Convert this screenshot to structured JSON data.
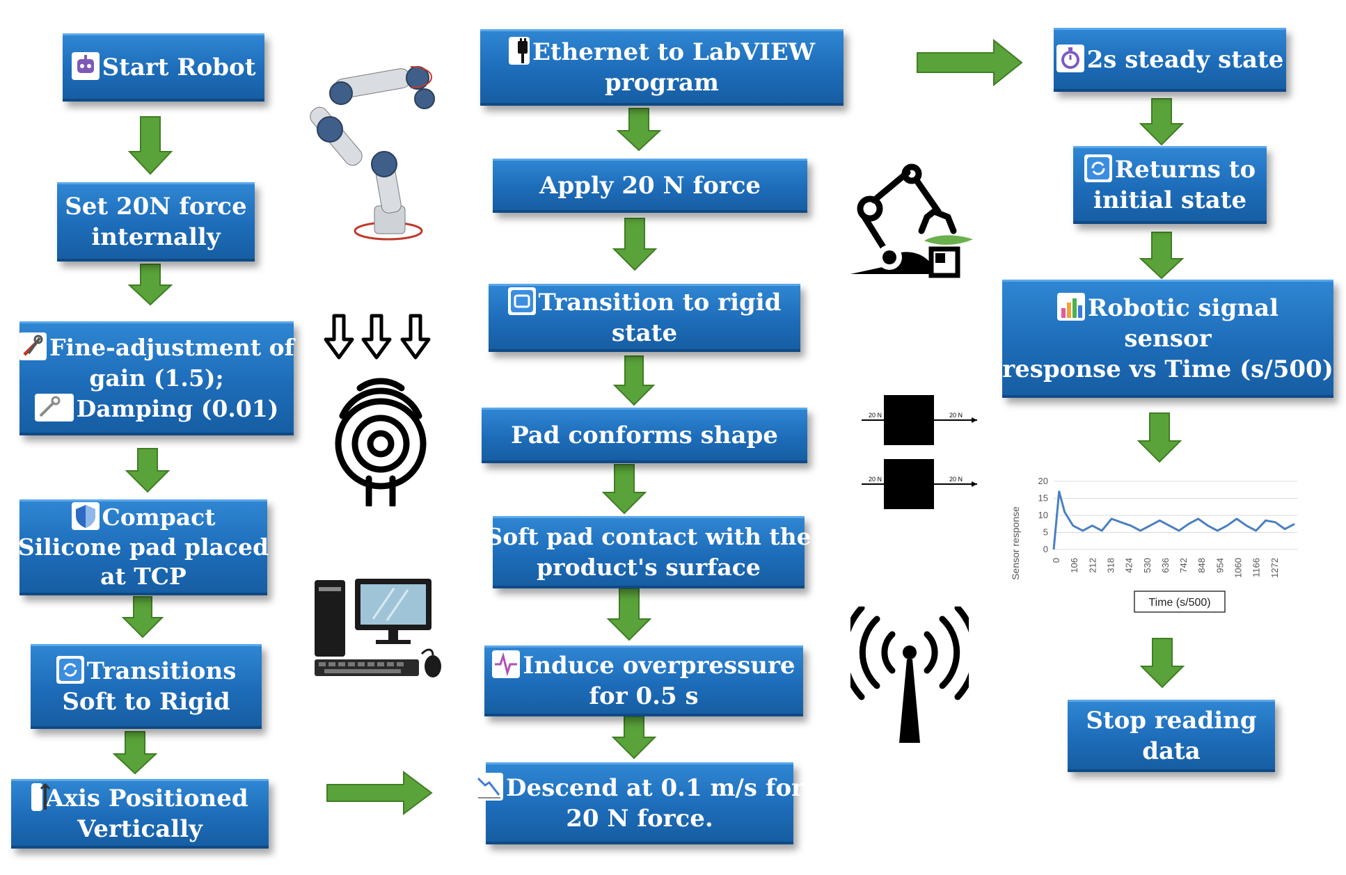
{
  "colors": {
    "box": "#1d6cb9",
    "arrow": "#5aa33a",
    "text": "#ffffff"
  },
  "col1": {
    "start_robot": "Start Robot",
    "set_force_l1": "Set 20N force",
    "set_force_l2": "internally",
    "fine_l1": "Fine-adjustment of",
    "fine_l2": "gain (1.5);",
    "fine_l3": "Damping (0.01)",
    "compact_l1": "Compact",
    "compact_l2": "Silicone pad  placed",
    "compact_l3": "at TCP",
    "transitions_l1": "Transitions",
    "transitions_l2": "Soft to Rigid",
    "axis_l1": "Axis Positioned",
    "axis_l2": "Vertically"
  },
  "col2": {
    "ethernet_l1": "Ethernet to LabVIEW",
    "ethernet_l2": "program",
    "apply": "Apply 20 N force",
    "transition_l1": "Transition to rigid",
    "transition_l2": "state",
    "pad": "Pad conforms shape",
    "soft_l1": "Soft pad contact with the",
    "soft_l2": "product's surface",
    "induce_l1": "Induce overpressure",
    "induce_l2": "for 0.5 s",
    "descend_l1": "Descend at 0.1 m/s for",
    "descend_l2": "20 N force."
  },
  "col3": {
    "steady": "2s steady state",
    "returns_l1": "Returns to",
    "returns_l2": "initial state",
    "signal_l1": "Robotic signal",
    "signal_l2": "sensor",
    "signal_l3": "response vs Time (s/500)",
    "stop_l1": "Stop reading",
    "stop_l2": "data"
  },
  "icons": [
    "robot-icon",
    "plug-icon",
    "stopwatch-icon",
    "tools-icon",
    "wrench-icon",
    "shield-icon",
    "refresh-icon",
    "axis-icon",
    "chart-icon",
    "wave-icon",
    "descend-chart-icon",
    "robot-arm-image",
    "press-arrows-icon",
    "fingerprint-icon",
    "computer-icon",
    "gripper-robot-icon",
    "wireless-antenna-icon",
    "sensor-block-icon"
  ],
  "chart_data": {
    "type": "line",
    "ylabel": "Sensor response",
    "xlabel": "Time (s/500)",
    "ylim": [
      0,
      20
    ],
    "y_ticks": [
      "0",
      "5",
      "10",
      "15",
      "20"
    ],
    "x_ticks": [
      "0",
      "106",
      "212",
      "318",
      "424",
      "530",
      "636",
      "742",
      "848",
      "954",
      "1060",
      "1166",
      "1272"
    ],
    "series": [
      {
        "x": [
          0,
          30,
          60,
          106,
          160,
          212,
          265,
          318,
          370,
          424,
          477,
          530,
          583,
          636,
          689,
          742,
          795,
          848,
          901,
          954,
          1007,
          1060,
          1113,
          1166,
          1219,
          1272,
          1325
        ],
        "values": [
          0,
          17,
          11,
          7,
          5.5,
          7,
          5.5,
          9,
          8,
          7,
          5.5,
          7,
          8.5,
          7,
          5.5,
          7.5,
          9,
          7,
          5.5,
          7,
          9,
          7,
          5.5,
          8.5,
          8,
          6,
          7.5
        ]
      }
    ],
    "grid": true
  },
  "sensor_block_labels": [
    "20 N",
    "20 N",
    "20 N",
    "20 N"
  ]
}
